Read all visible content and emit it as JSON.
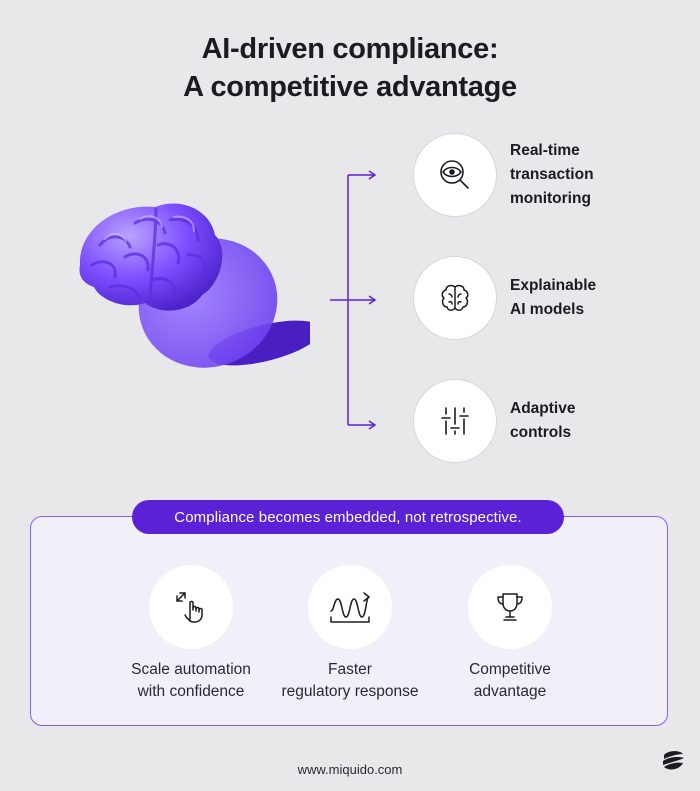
{
  "title": {
    "line1": "AI-driven compliance:",
    "line2": "A competitive advantage"
  },
  "features": [
    {
      "label": "Real-time\ntransaction\nmonitoring",
      "icon": "eye-magnifier-icon"
    },
    {
      "label": "Explainable\nAI models",
      "icon": "brain-outline-icon"
    },
    {
      "label": "Adaptive\ncontrols",
      "icon": "sliders-icon"
    }
  ],
  "banner": "Compliance becomes embedded, not retrospective.",
  "benefits": [
    {
      "label": "Scale automation\nwith confidence",
      "icon": "tap-expand-icon"
    },
    {
      "label": "Faster\nregulatory response",
      "icon": "signal-wave-icon"
    },
    {
      "label": "Competitive\nadvantage",
      "icon": "trophy-icon"
    }
  ],
  "footer": "www.miquido.com",
  "colors": {
    "accent": "#5b21d6",
    "panel_border": "#8b5cf6",
    "background": "#e8e7e9",
    "brain": "#7c4dff"
  }
}
